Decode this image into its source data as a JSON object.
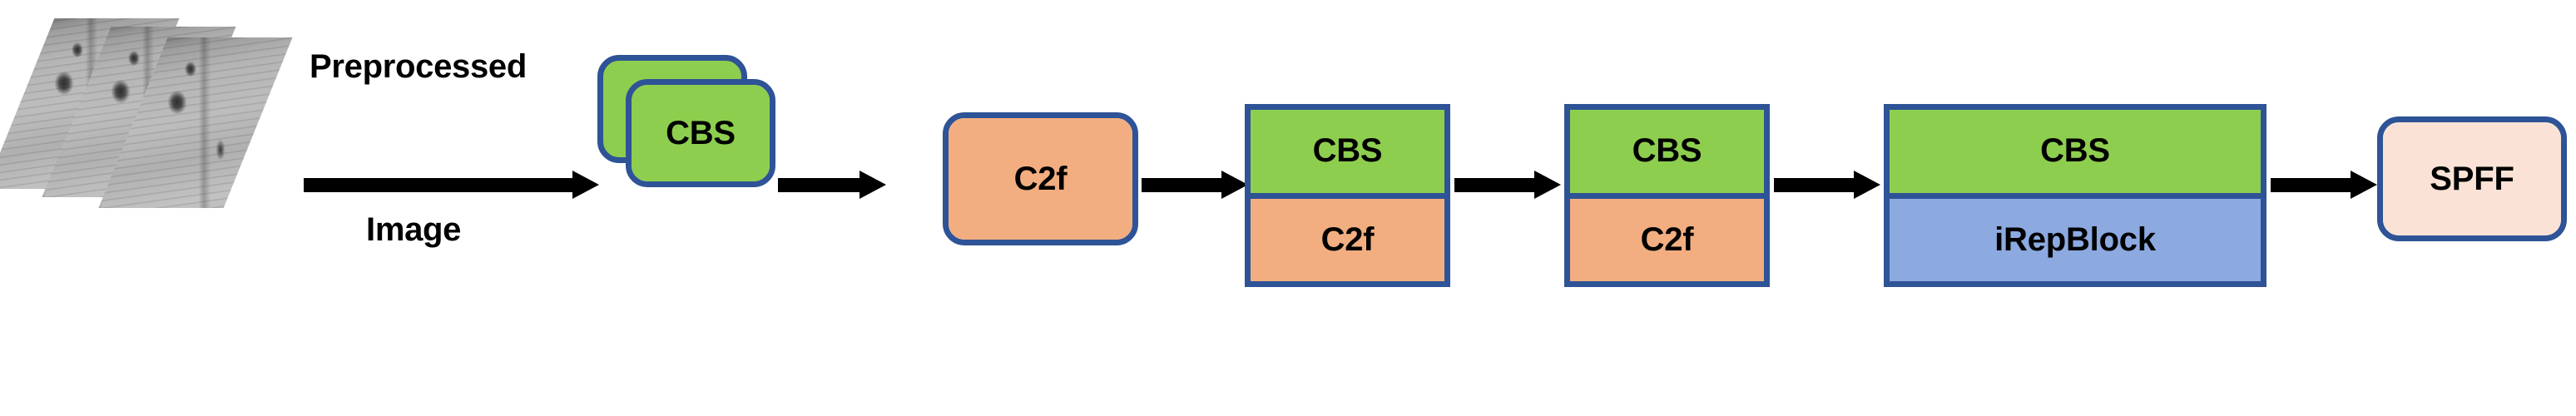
{
  "diagram": {
    "title": "Backbone network architecture pipeline",
    "background_color": "#ffffff",
    "palette": {
      "border_blue": "#2e5396",
      "green": "#8ece4f",
      "orange": "#f2ae80",
      "light_blue": "#8ca9e0",
      "cream": "#fae3d6",
      "arrow_black": "#000000"
    },
    "input": {
      "name": "preprocessed-image-stack",
      "slice_count": 3,
      "description": "Stack of three skewed grayscale seismic / sonar image slices"
    },
    "edge_label": {
      "line1": "Preprocessed",
      "line2": "Image"
    },
    "nodes": [
      {
        "id": "cbs-stacked",
        "label": "CBS",
        "shape": "rounded-stacked",
        "fill": "#8ece4f",
        "stack": 2
      },
      {
        "id": "c2f",
        "label": "C2f",
        "shape": "rounded",
        "fill": "#f2ae80",
        "stack": 1
      },
      {
        "id": "cbs-c2f-1",
        "shape": "square-split",
        "segments": [
          {
            "label": "CBS",
            "fill": "#8ece4f"
          },
          {
            "label": "C2f",
            "fill": "#f2ae80"
          }
        ]
      },
      {
        "id": "cbs-c2f-2",
        "shape": "square-split",
        "segments": [
          {
            "label": "CBS",
            "fill": "#8ece4f"
          },
          {
            "label": "C2f",
            "fill": "#f2ae80"
          }
        ]
      },
      {
        "id": "cbs-irepblock",
        "shape": "square-split",
        "segments": [
          {
            "label": "CBS",
            "fill": "#8ece4f"
          },
          {
            "label": "iRepBlock",
            "fill": "#8ca9e0"
          }
        ]
      },
      {
        "id": "spff",
        "label": "SPFF",
        "shape": "rounded",
        "fill": "#fae3d6",
        "stack": 1
      }
    ]
  }
}
